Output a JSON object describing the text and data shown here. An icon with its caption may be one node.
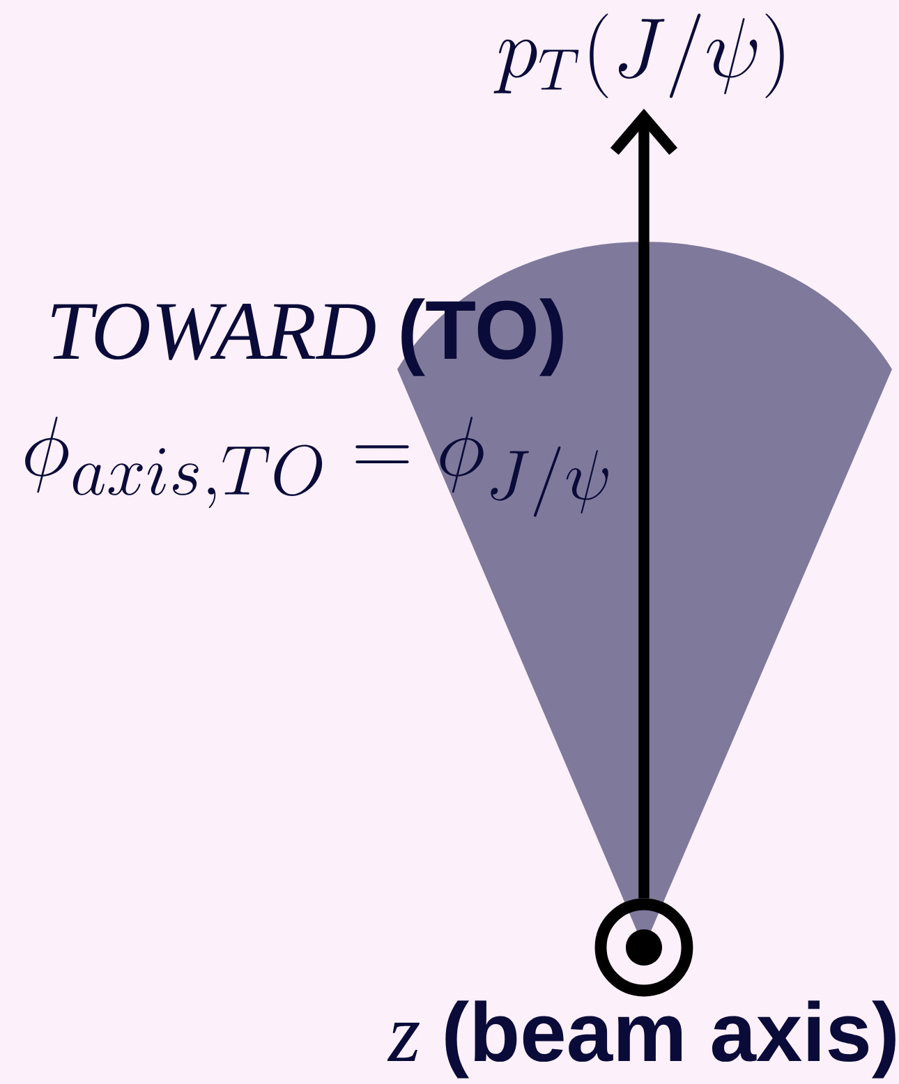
{
  "diagram": {
    "nodes": [
      {
        "text": [
          "p_T(J/\\psi)"
        ]
      },
      {
        "text": [],
        "shape": "circle",
        "beside": [
          "*z* **(beam axis)**"
        ]
      }
    ],
    "edges": [
      {
        "from": 1,
        "to": 0,
        "arrow": "to"
      }
    ],
    "labels": [
      "*TOWARD* **(TO)**",
      "\\phi_{axis,TO} = \\phi_{J/\\psi}"
    ]
  }
}
